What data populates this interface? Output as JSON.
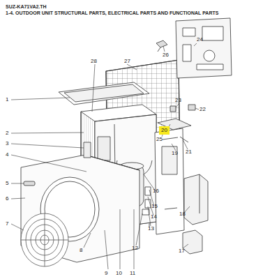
{
  "diagram": {
    "title": "SUZ-KA71VA2.TH",
    "nodes": [
      {
        "text": [
          "20"
        ]
      }
    ],
    "labels": [
      "1-4. OUTDOOR UNIT STRUCTURAL PARTS, ELECTRICAL PARTS AND FUNCTIONAL PARTS",
      "1",
      "2",
      "3",
      "4",
      "5",
      "6",
      "7",
      "8",
      "9",
      "10",
      "11",
      "12",
      "13",
      "14",
      "15",
      "16",
      "17",
      "18",
      "19",
      "21",
      "22",
      "23",
      "24",
      "25",
      "26",
      "27",
      "28"
    ]
  }
}
